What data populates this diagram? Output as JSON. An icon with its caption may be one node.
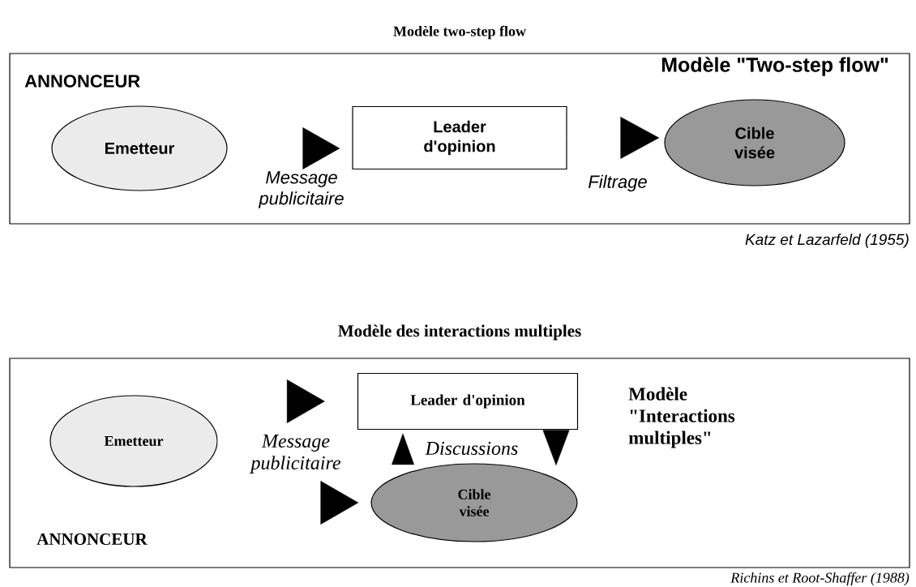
{
  "diagram": {
    "nodes": [
      {
        "text": [
          "Modèle two-step flow",
          "ANNONCEUR",
          "Modèle \"Two-step flow\""
        ],
        "beside": [
          "Katz et Lazarfeld (1955)"
        ]
      },
      {
        "text": [
          "Emetteur"
        ],
        "in": 0
      },
      {
        "text": [
          "Leader d'opinion"
        ],
        "in": 0
      },
      {
        "text": [
          "Cible visée"
        ],
        "in": 0
      },
      {
        "text": [
          "Modèle des interactions multiples",
          "Modèle \"Interactions multiples\"",
          "ANNONCEUR"
        ],
        "beside": [
          "Richins et Root-Shaffer (1988)"
        ]
      },
      {
        "text": [
          "Emetteur"
        ],
        "in": 4
      },
      {
        "text": [
          "Leader d'opinion"
        ],
        "in": 4
      },
      {
        "text": [
          "Cible visée"
        ],
        "in": 4
      }
    ],
    "edges": [
      {
        "from": 1,
        "to": 2,
        "arrow": "to",
        "label": "Message publicitaire"
      },
      {
        "from": 2,
        "to": 3,
        "arrow": "to",
        "label": "Filtrage"
      },
      {
        "from": 5,
        "to": 6,
        "arrow": "to",
        "label": "Message publicitaire"
      },
      {
        "from": 5,
        "to": 7,
        "arrow": "to"
      },
      {
        "from": 7,
        "to": 6,
        "arrow": "to",
        "label": "Discussions"
      },
      {
        "from": 6,
        "to": 7,
        "arrow": "to"
      }
    ]
  }
}
